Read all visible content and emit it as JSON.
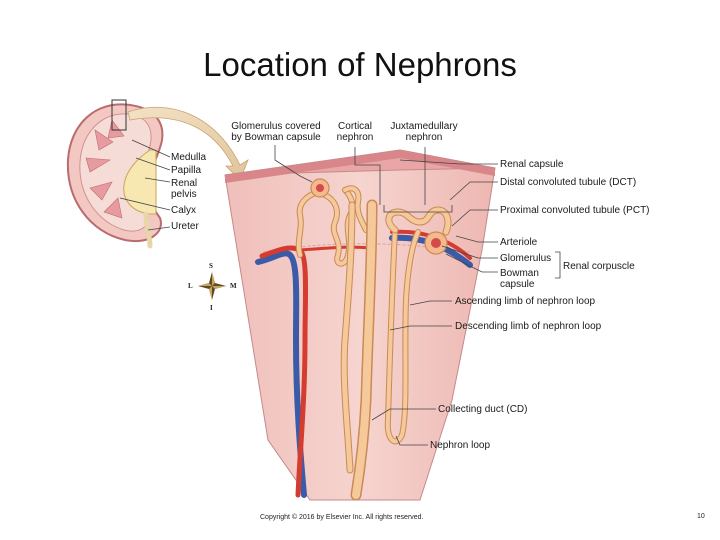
{
  "slide": {
    "title": "Location of Nephrons",
    "copyright": "Copyright © 2016 by Elsevier Inc. All rights reserved.",
    "page_number": "10"
  },
  "kidney_labels": {
    "medulla": "Medulla",
    "papilla": "Papilla",
    "renal_pelvis": [
      "Renal",
      "pelvis"
    ],
    "calyx": "Calyx",
    "ureter": "Ureter"
  },
  "top_labels": {
    "glomerulus_covered": [
      "Glomerulus covered",
      "by Bowman capsule"
    ],
    "cortical_nephron": [
      "Cortical",
      "nephron"
    ],
    "juxtamedullary_nephron": [
      "Juxtamedullary",
      "nephron"
    ]
  },
  "right_labels": {
    "renal_capsule": "Renal capsule",
    "dct": "Distal convoluted tubule (DCT)",
    "pct": "Proximal convoluted tubule (PCT)",
    "arteriole": "Arteriole",
    "glomerulus": "Glomerulus",
    "bowman_capsule": [
      "Bowman",
      "capsule"
    ],
    "renal_corpuscle": "Renal corpuscle",
    "ascending_limb": "Ascending limb of nephron loop",
    "descending_limb": "Descending limb of nephron loop",
    "collecting_duct": "Collecting duct (CD)",
    "nephron_loop": "Nephron loop"
  },
  "compass": {
    "superior": "S",
    "inferior": "I",
    "lateral": "L",
    "medial": "M"
  },
  "colors": {
    "cortex": "#f2c4bf",
    "medulla_tissue": "#f4d0cb",
    "capsule": "#d8868a",
    "tubule": "#f6c99a",
    "tubule_outline": "#c98a55",
    "artery": "#d63b2f",
    "vein": "#3b5ba8",
    "leader": "#444444"
  }
}
